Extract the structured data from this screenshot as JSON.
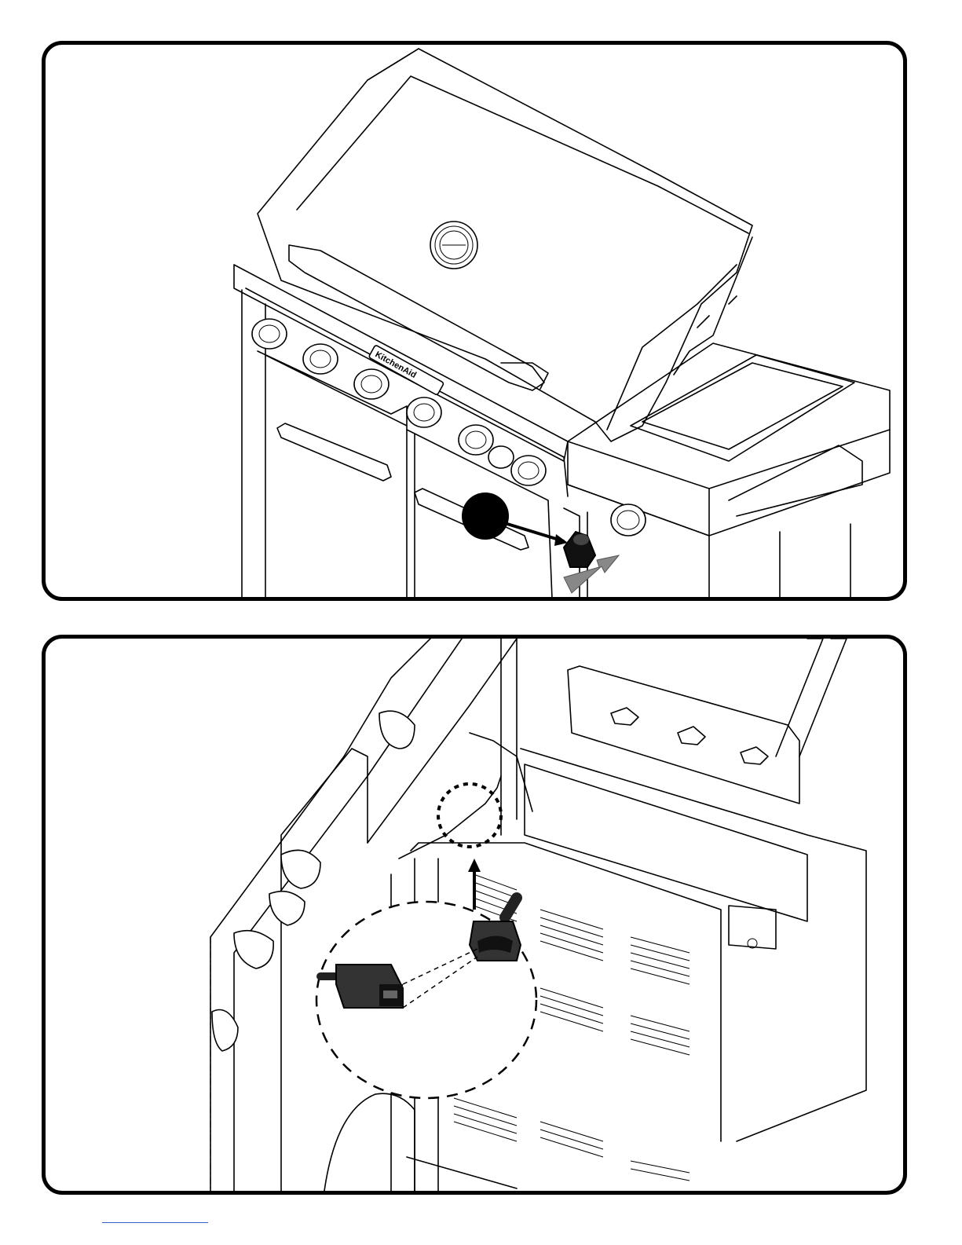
{
  "page": {
    "brand_label": "KitchenAid"
  },
  "panels": [
    {
      "id": "step-knob-install",
      "callout_marker": ""
    },
    {
      "id": "step-ignitor-connector",
      "detail_view": "connector-plug-detail"
    }
  ]
}
